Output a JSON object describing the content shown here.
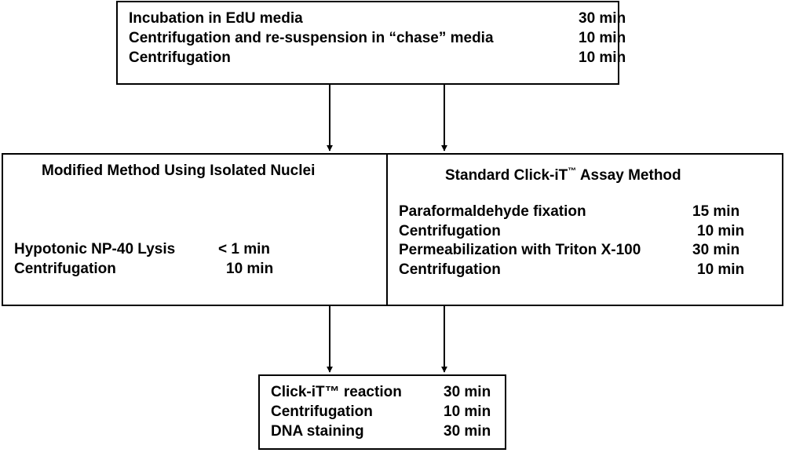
{
  "top_box": {
    "steps": [
      {
        "label": "Incubation in EdU media",
        "time": "30 min"
      },
      {
        "label": "Centrifugation and re-suspension in “chase” media",
        "time": "10 min"
      },
      {
        "label": "Centrifugation",
        "time": "10 min"
      }
    ]
  },
  "left_box": {
    "title": "Modified Method Using Isolated Nuclei",
    "steps": [
      {
        "label": "Hypotonic NP-40 Lysis",
        "time": "< 1 min"
      },
      {
        "label": "Centrifugation",
        "time": "10 min"
      }
    ]
  },
  "right_box": {
    "title_before": "Standard Click-iT",
    "title_tm": "™",
    "title_after": " Assay Method",
    "steps": [
      {
        "label": "Paraformaldehyde fixation",
        "time": "15 min"
      },
      {
        "label": "Centrifugation",
        "time": "10 min"
      },
      {
        "label": "Permeabilization with Triton X-100",
        "time": "30 min"
      },
      {
        "label": "Centrifugation",
        "time": "10 min"
      }
    ]
  },
  "bottom_box": {
    "steps": [
      {
        "label": "Click-iT™ reaction",
        "time": "30 min"
      },
      {
        "label": "Centrifugation",
        "time": "10 min"
      },
      {
        "label": "DNA staining",
        "time": "30 min"
      }
    ]
  }
}
